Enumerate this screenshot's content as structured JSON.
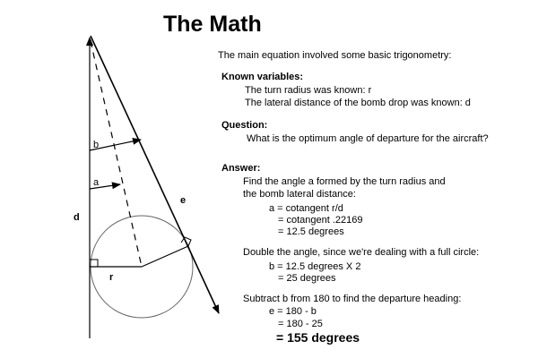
{
  "title": "The Math",
  "intro": "The main equation involved some basic trigonometry:",
  "known": {
    "heading": "Known variables:",
    "line1": "The turn radius was known:  r",
    "line2": "The lateral distance of the bomb drop was known:  d"
  },
  "question": {
    "heading": "Question:",
    "text": "What is the optimum angle of departure for the aircraft?"
  },
  "answer": {
    "heading": "Answer:",
    "step1": {
      "line1": "Find the angle a formed by the turn radius and",
      "line2": "the bomb lateral distance:",
      "eq1": "a = cotangent r/d",
      "eq2": "= cotangent .22169",
      "eq3": "= 12.5 degrees"
    },
    "step2": {
      "line1": "Double the angle, since we're dealing with a full circle:",
      "eq1": "b = 12.5 degrees X 2",
      "eq2": "= 25 degrees"
    },
    "step3": {
      "line1": "Subtract b from 180 to find the departure heading:",
      "eq1": "e = 180 - b",
      "eq2": "= 180 - 25",
      "result": "= 155 degrees"
    }
  },
  "diagram": {
    "label_b": "b",
    "label_a": "a",
    "label_d": "d",
    "label_r": "r",
    "label_e": "e"
  }
}
